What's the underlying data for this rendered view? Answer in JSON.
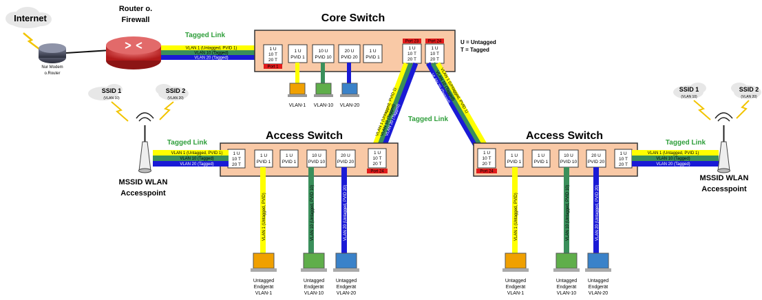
{
  "colors": {
    "switch_fill": "#f9c9a6",
    "vlan1": "#ffff00",
    "vlan10": "#3a8f5b",
    "vlan20": "#1a1ad6",
    "tagged_text": "#2e9e3a",
    "badge_red": "#e11b1b"
  },
  "internet": {
    "label": "Internet"
  },
  "modem": {
    "label_line1": "Nur Modem",
    "label_line2": "o.Router"
  },
  "router": {
    "label_line1": "Router o.",
    "label_line2": "Firewall"
  },
  "legend": {
    "untagged": "U = Untagged",
    "tagged": "T = Tagged"
  },
  "trunk_labels": {
    "vlan1": "VLAN 1 (Untagged, PVID 1)",
    "vlan10": "VLAN 10 (Tagged)",
    "vlan20": "VLAN 20 (Tagged)",
    "tagged_link": "Tagged Link"
  },
  "core_switch": {
    "title": "Core Switch",
    "port_trunk": [
      "1 U",
      "10 T",
      "20 T"
    ],
    "port_pvid1": [
      "1 U",
      "PVID 1"
    ],
    "port_pvid10": [
      "10 U",
      "PVID 10"
    ],
    "port_pvid20": [
      "20 U",
      "PVID 20"
    ],
    "badge_port1": "Port 1",
    "badge_port23": "Port 23",
    "badge_port24": "Port 24",
    "devices": [
      "VLAN-1",
      "VLAN-10",
      "VLAN-20"
    ]
  },
  "access_switch_left": {
    "title": "Access Switch",
    "badge_port24": "Port 24"
  },
  "access_switch_right": {
    "title": "Access Switch",
    "badge_port24": "Port 24"
  },
  "access_lines": {
    "vlan1": "VLAN 1 (Untagged, PVID)",
    "vlan10": "VLAN 10 (Untagged, PVID 10)",
    "vlan20": "VLAN 20 (Untagged, PVID 20)"
  },
  "endpoints": {
    "line1": "Untagged",
    "line2": "Endgerät",
    "vlans": [
      "VLAN-1",
      "VLAN-10",
      "VLAN-20"
    ]
  },
  "ap": {
    "label_line1": "MSSID WLAN",
    "label_line2": "Accesspoint",
    "ssid1": "SSID 1",
    "ssid1_sub": "(VLAN 10)",
    "ssid2": "SSID 2",
    "ssid2_sub": "(VLAN 20)"
  }
}
